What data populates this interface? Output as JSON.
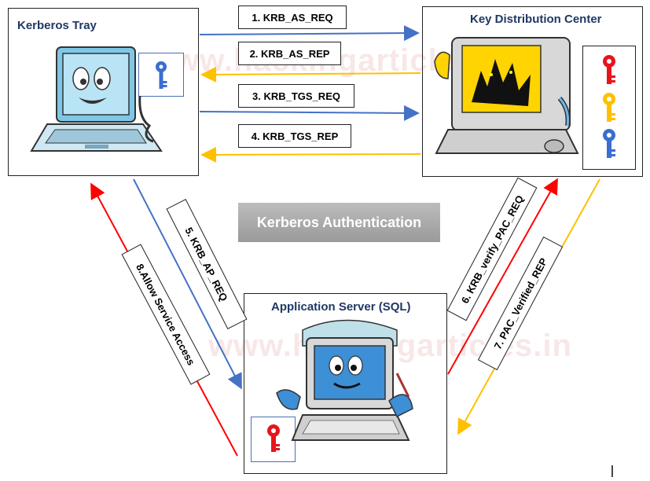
{
  "nodes": {
    "kerberos_tray": {
      "title": "Kerberos Tray"
    },
    "kdc": {
      "title": "Key Distribution Center"
    },
    "app_server": {
      "title": "Application Server (SQL)"
    }
  },
  "banner": {
    "text": "Kerberos Authentication"
  },
  "messages": {
    "m1": "1. KRB_AS_REQ",
    "m2": "2. KRB_AS_REP",
    "m3": "3. KRB_TGS_REQ",
    "m4": "4. KRB_TGS_REP",
    "m5": "5. KRB_AP_REQ",
    "m6": "6. KRB_verify_PAC_REQ",
    "m7": "7. PAC_Verified_REP",
    "m8": "8.Allow Service Access"
  },
  "watermark": {
    "text": "www.hackingarticles.in"
  },
  "colors": {
    "request_arrow": "#4472c4",
    "reply_arrow": "#ffc000",
    "allow_arrow": "#ff0000",
    "key_red": "#e8141b",
    "key_yellow": "#ffc000",
    "key_blue": "#3a6ed0",
    "title_text": "#1f3864"
  },
  "icons": [
    "laptop-icon",
    "key-icon",
    "computer-icon",
    "cerberus-icon",
    "server-computer-icon",
    "text-cursor-icon"
  ],
  "cursor": {
    "glyph": "I"
  }
}
